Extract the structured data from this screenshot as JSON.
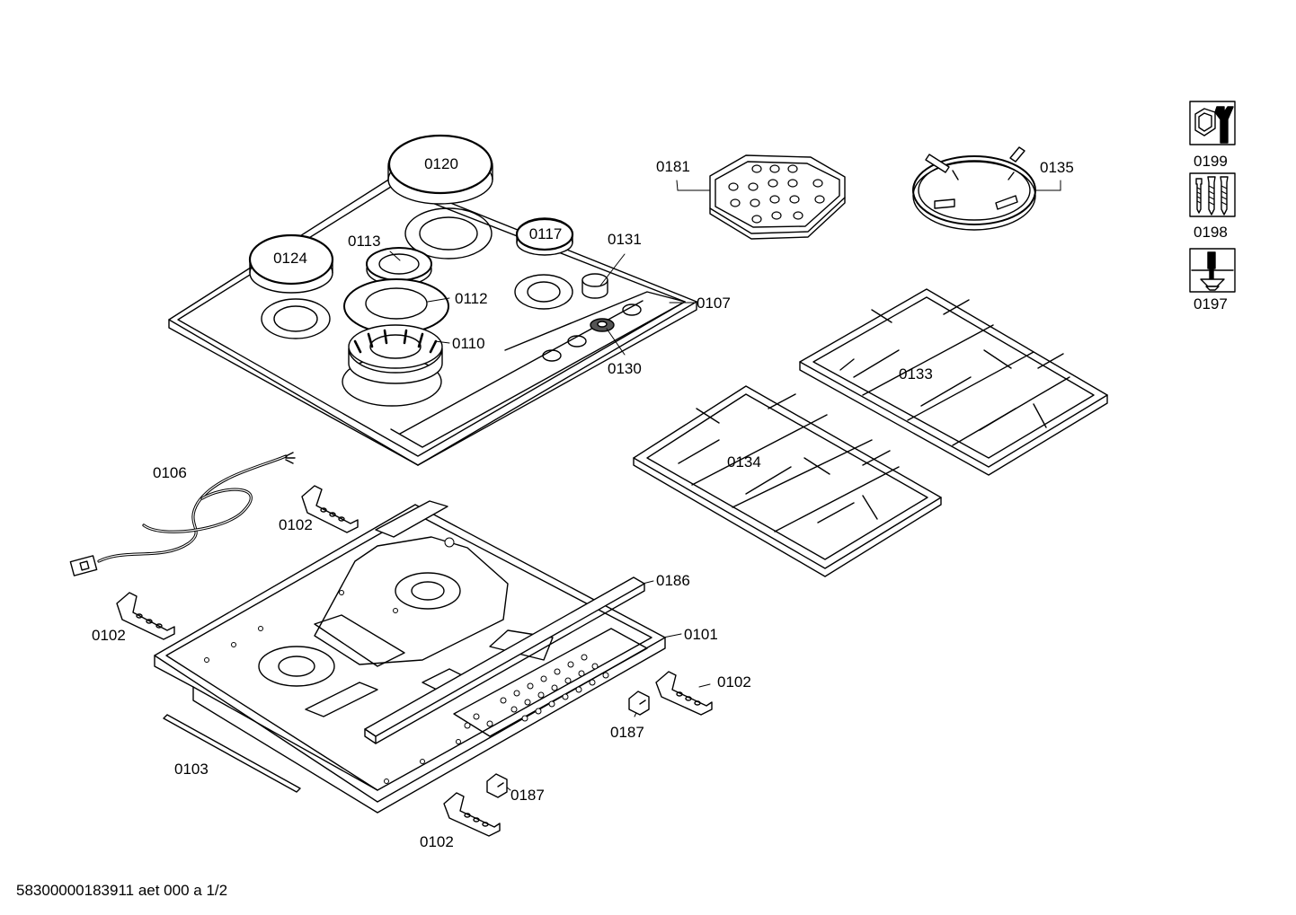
{
  "labels": {
    "p0120": "0120",
    "p0124": "0124",
    "p0117": "0117",
    "p0113": "0113",
    "p0131": "0131",
    "p0112": "0112",
    "p0110": "0110",
    "p0107": "0107",
    "p0130": "0130",
    "p0181": "0181",
    "p0135": "0135",
    "p0133": "0133",
    "p0134": "0134",
    "p0106": "0106",
    "p0102_a": "0102",
    "p0102_b": "0102",
    "p0102_c": "0102",
    "p0102_d": "0102",
    "p0186": "0186",
    "p0101": "0101",
    "p0187_a": "0187",
    "p0187_b": "0187",
    "p0103": "0103"
  },
  "side_icons": [
    {
      "icon": "wrench-nut-icon",
      "code": "0199"
    },
    {
      "icon": "screws-icon",
      "code": "0198"
    },
    {
      "icon": "screwdriver-icon",
      "code": "0197"
    }
  ],
  "footer": "58300000183911 aet 000 a 1/2"
}
